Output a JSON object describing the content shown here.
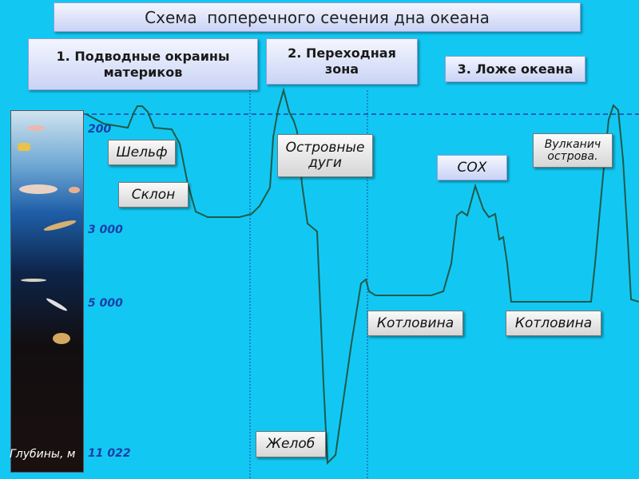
{
  "title": "Схема  поперечного сечения дна океана",
  "zones": [
    {
      "label": "1. Подводные окраины материков"
    },
    {
      "label": "2. Переходная зона"
    },
    {
      "label": "3. Ложе океана"
    }
  ],
  "features": {
    "shelf": "Шельф",
    "slope": "Склон",
    "island_arcs": "Островные дуги",
    "mor": "СОХ",
    "volcanic_islands": "Вулканич острова.",
    "basin_1": "Котловина",
    "basin_2": "Котловина",
    "trench": "Желоб"
  },
  "depth_scale": {
    "caption": "Глубины, м",
    "ticks": [
      "200",
      "3 000",
      "5 000",
      "11 022"
    ]
  },
  "colors": {
    "water": "#12c8f2",
    "profile": "#1f5a4a",
    "guide": "#1f3fa8"
  }
}
